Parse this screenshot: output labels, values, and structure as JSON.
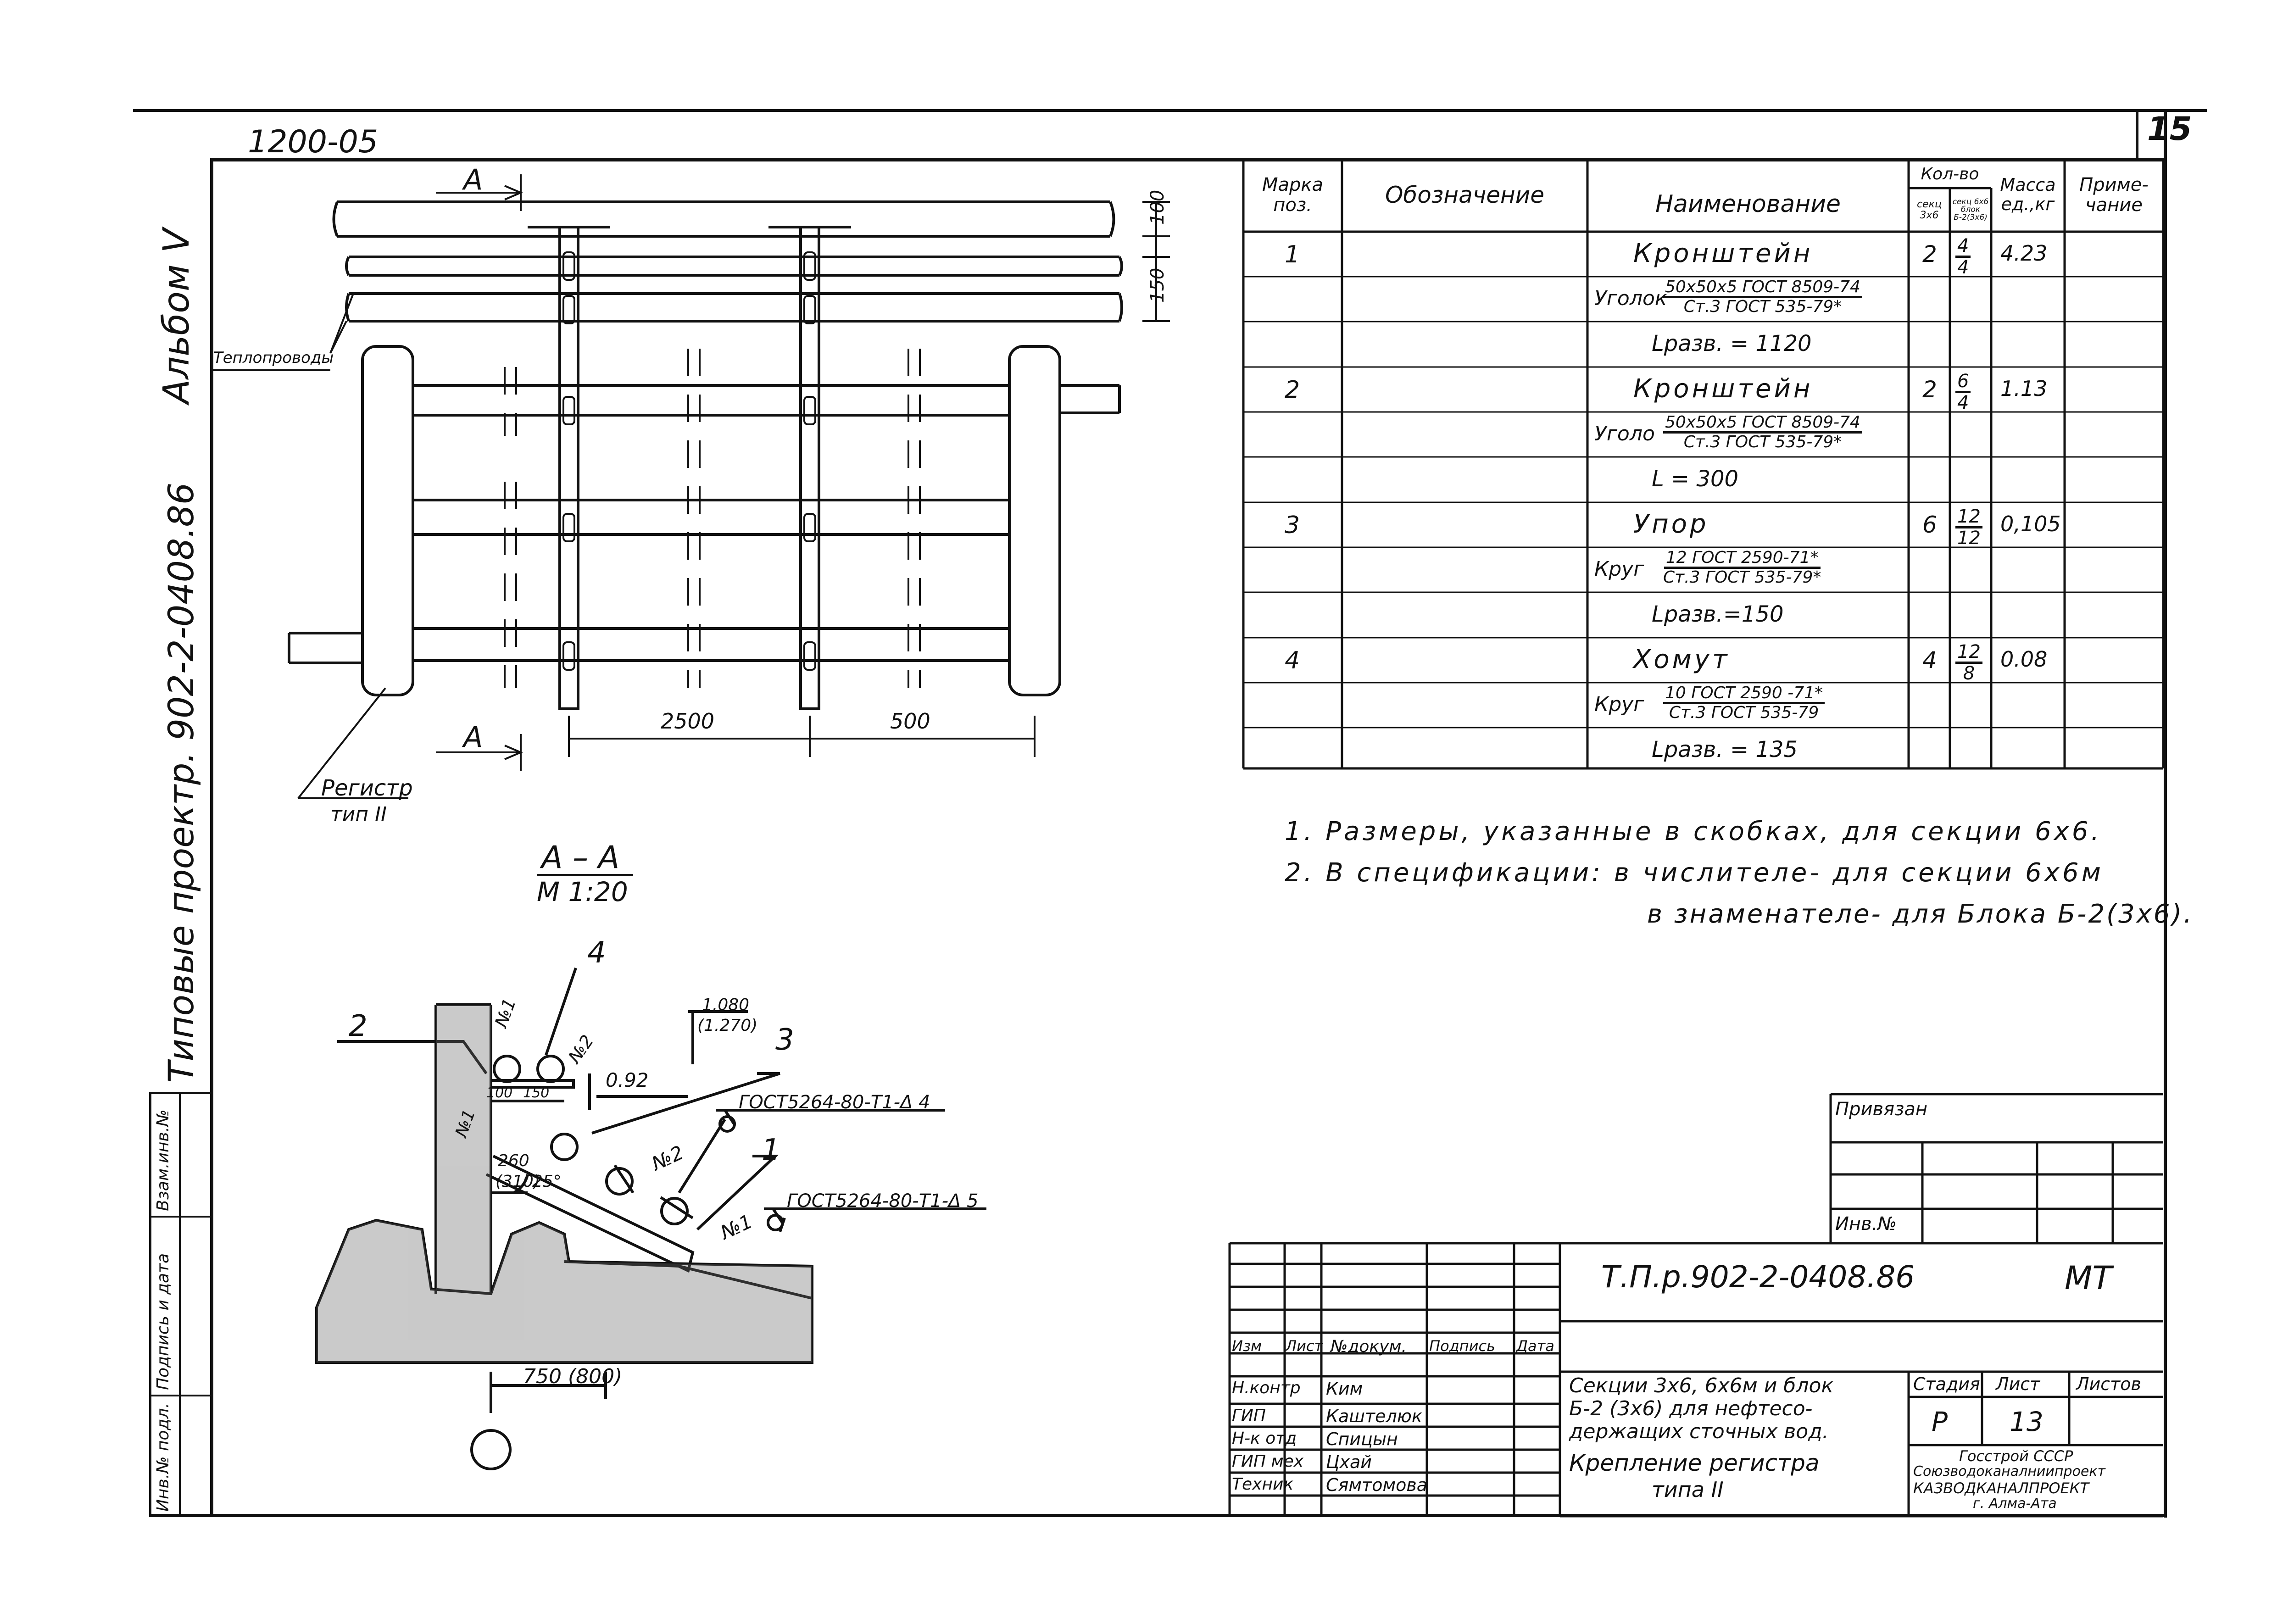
{
  "header": {
    "code_top": "1200-05",
    "sheet_corner": "15"
  },
  "side_margin": {
    "album": "Альбом V",
    "project": "Типовые проектр. 902-2-0408.86",
    "col_inv_podl": "Инв.№ подл.",
    "col_sign_date": "Подпись и дата",
    "col_vzam": "Взам.инв.№"
  },
  "plan": {
    "section_mark_top": "А",
    "section_mark_bottom": "А",
    "dim_100": "100",
    "dim_150": "150",
    "dim_2500": "2500",
    "dim_500": "500",
    "label_pipes": "Теплопроводы",
    "label_register": "Регистр",
    "label_register_type": "тип II"
  },
  "section": {
    "title": "А – А",
    "scale": "М 1:20",
    "pos_1": "1",
    "pos_2": "2",
    "pos_3": "3",
    "pos_4": "4",
    "no1_top": "№1",
    "no2_top": "№2",
    "no1_side": "№1",
    "no2_mid": "№2",
    "no1_bot": "№1",
    "elev_1": "1.080",
    "elev_2": "(1.270)",
    "dim_092": "0.92",
    "dim_100": "100",
    "dim_150": "150",
    "dim_260": "260",
    "dim_310": "(310)",
    "angle": "25°",
    "weld_1": "ГОСТ5264-80-Т1-Δ 4",
    "weld_2": "ГОСТ5264-80-Т1-Δ 5",
    "dim_750": "750 (800)"
  },
  "spec_table": {
    "headers": {
      "mark": "Марка поз.",
      "designation": "Обозначение",
      "name": "Наименование",
      "qty_top": "Кол-во",
      "qty_sub1": "секц 3х6",
      "qty_sub2": "секц 6х6 блок Б-2(3х6)",
      "mass": "Масса ед.,кг",
      "note": "Приме- чание"
    },
    "rows": [
      {
        "mark": "1",
        "name": "Кронштейн",
        "q1": "2",
        "q2_num": "4",
        "q2_den": "4",
        "mass": "4.23",
        "mat_pre": "Уголок",
        "mat_num": "50х50х5 ГОСТ 8509-74",
        "mat_den": "Ст.3 ГОСТ 535-79*",
        "len": "Lразв. = 1120"
      },
      {
        "mark": "2",
        "name": "Кронштейн",
        "q1": "2",
        "q2_num": "6",
        "q2_den": "4",
        "mass": "1.13",
        "mat_pre": "Уголо",
        "mat_num": "50х50х5 ГОСТ 8509-74",
        "mat_den": "Ст.3 ГОСТ 535-79*",
        "len": "L = 300"
      },
      {
        "mark": "3",
        "name": "Упор",
        "q1": "6",
        "q2_num": "12",
        "q2_den": "12",
        "mass": "0,105",
        "mat_pre": "Круг",
        "mat_num": "12 ГОСТ 2590-71*",
        "mat_den": "Ст.3 ГОСТ 535-79*",
        "len": "Lразв.=150"
      },
      {
        "mark": "4",
        "name": "Хомут",
        "q1": "4",
        "q2_num": "12",
        "q2_den": "8",
        "mass": "0.08",
        "mat_pre": "Круг",
        "mat_num": "10 ГОСТ 2590 -71*",
        "mat_den": "Ст.3 ГОСТ 535-79",
        "len": "Lразв. = 135"
      }
    ]
  },
  "notes": {
    "n1": "1. Размеры, указанные в скобках, для секции 6х6.",
    "n2": "2. В спецификации: в числителе- для секции 6х6м",
    "n3": "в знаменателе- для Блока Б-2(3х6)."
  },
  "binding": {
    "privyazan": "Привязан",
    "inv_no": "Инв.№"
  },
  "title_block": {
    "code": "Т.П.р.902-2-0408.86",
    "mark": "МТ",
    "col_izm": "Изм",
    "col_list": "Лист",
    "col_doc": "№докум.",
    "col_sign": "Подпись",
    "col_date": "Дата",
    "desc_1": "Секции 3х6, 6х6м и блок",
    "desc_2": "Б-2 (3х6) для нефтесо-",
    "desc_3": "держащих сточных вод.",
    "sheet_title_1": "Крепление регистра",
    "sheet_title_2": "типа II",
    "stage_label": "Стадия",
    "sheet_label": "Лист",
    "sheets_label": "Листов",
    "stage": "Р",
    "sheet": "13",
    "org_1": "Госстрой СССР",
    "org_2": "Союзводоканалниипроект",
    "org_3": "КАЗВОДКАНАЛПРОЕКТ",
    "org_4": "г. Алма-Ата",
    "staff": [
      {
        "role": "Н.контр",
        "name": "Ким"
      },
      {
        "role": "ГИП",
        "name": "Каштелюк"
      },
      {
        "role": "Н-к отд",
        "name": "Спицын"
      },
      {
        "role": "ГИП мех",
        "name": "Цхай"
      },
      {
        "role": "Техник",
        "name": "Сямтомова"
      }
    ]
  }
}
